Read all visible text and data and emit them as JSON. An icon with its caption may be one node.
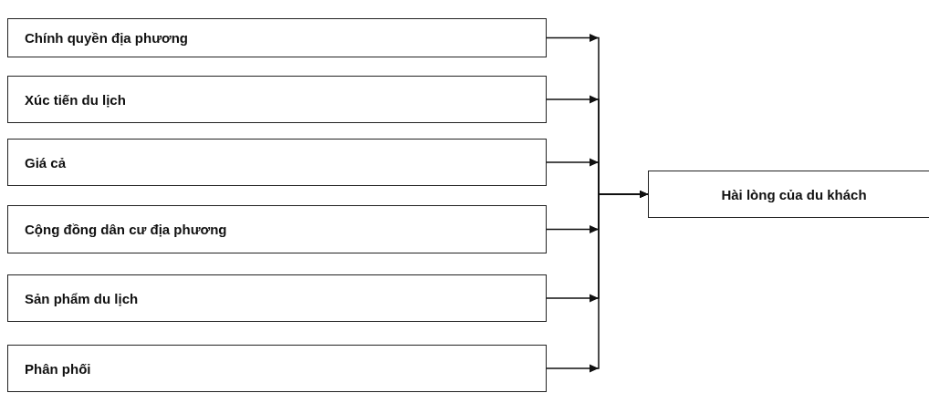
{
  "diagram": {
    "nodes": [
      {
        "text": [
          "Chính quyền địa phương"
        ]
      },
      {
        "text": [
          "Xúc tiến du lịch"
        ]
      },
      {
        "text": [
          "Giá cả"
        ]
      },
      {
        "text": [
          "Cộng đồng dân cư địa phương"
        ]
      },
      {
        "text": [
          "Sản phẩm du lịch"
        ]
      },
      {
        "text": [
          "Phân phối"
        ]
      },
      {
        "text": [
          "Hài lòng của du khách"
        ]
      }
    ],
    "edges": [
      {
        "from": 0,
        "to": 6,
        "arrow": "to"
      },
      {
        "from": 1,
        "to": 6,
        "arrow": "to"
      },
      {
        "from": 2,
        "to": 6,
        "arrow": "to"
      },
      {
        "from": 3,
        "to": 6,
        "arrow": "to"
      },
      {
        "from": 4,
        "to": 6,
        "arrow": "to"
      },
      {
        "from": 5,
        "to": 6,
        "arrow": "to"
      }
    ]
  }
}
